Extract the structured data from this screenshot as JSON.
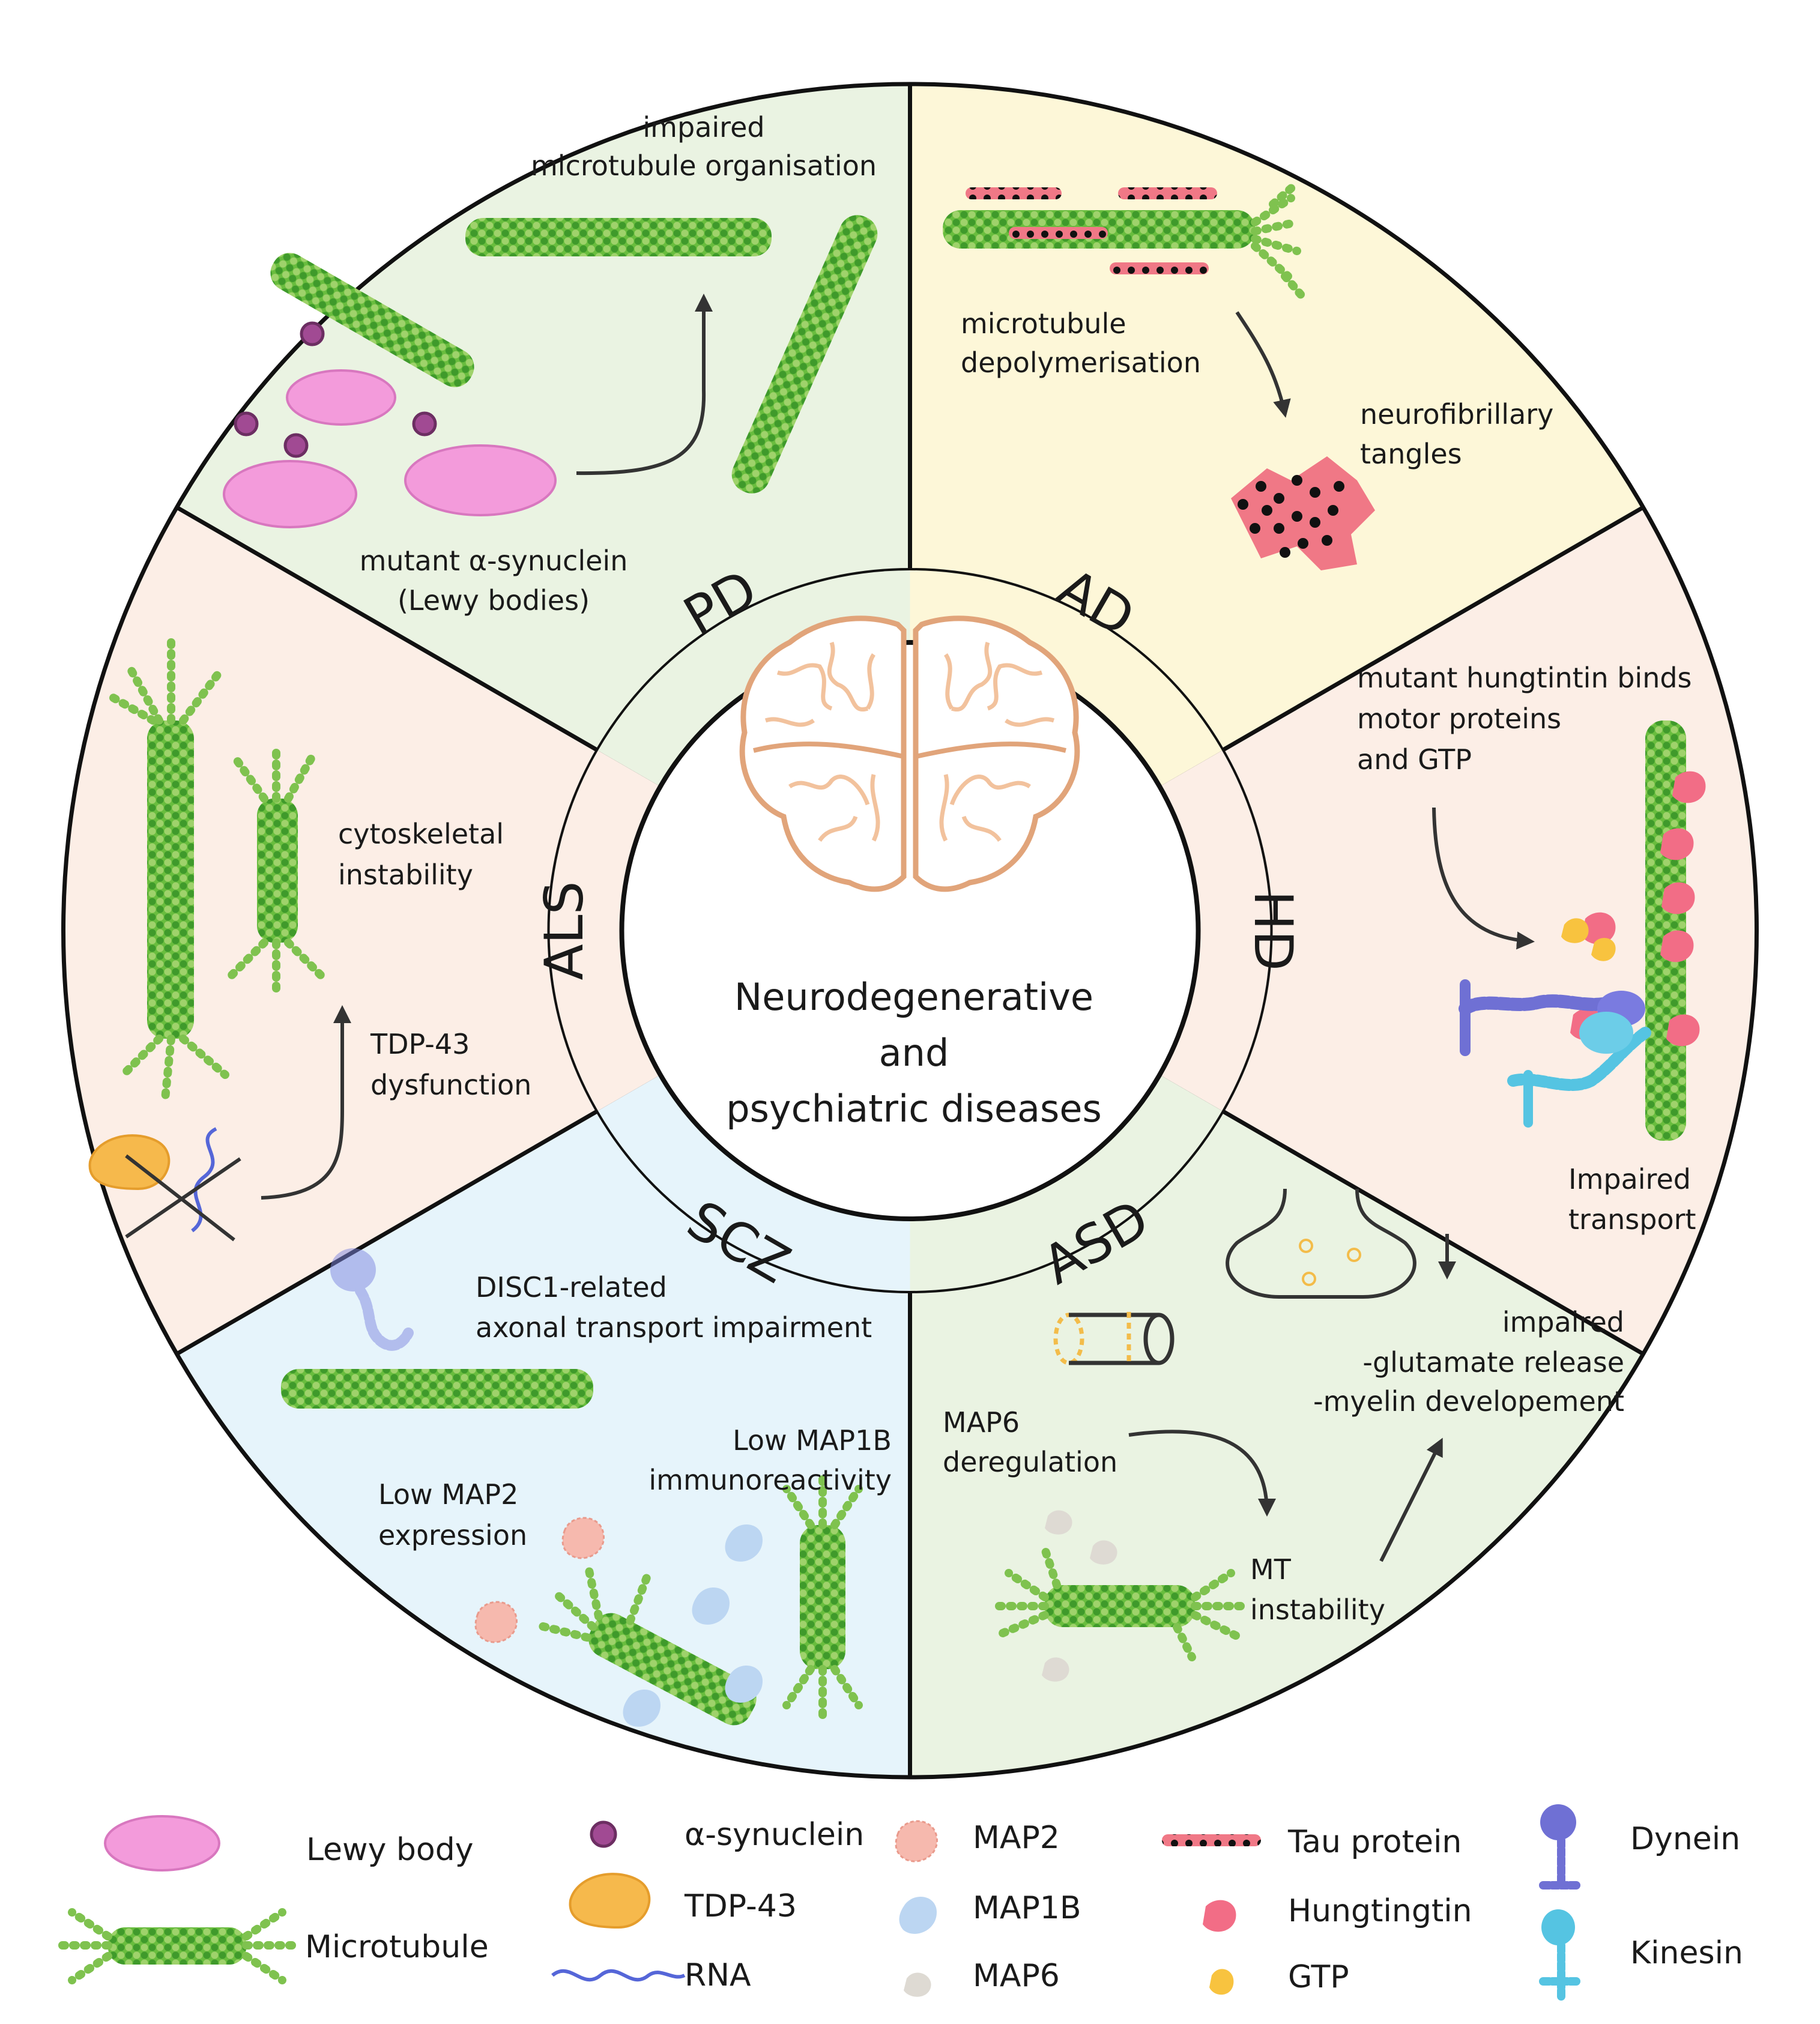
{
  "center": {
    "lines": [
      "Neurodegenerative",
      "and",
      "psychiatric diseases"
    ],
    "icon": "brain-icon"
  },
  "sectors": {
    "PD": {
      "abbr": "PD",
      "color": "#eaf3e2",
      "lines": [
        [
          "impaired",
          "microtubule organisation"
        ],
        [
          "mutant α-synuclein",
          "(Lewy bodies)"
        ]
      ]
    },
    "AD": {
      "abbr": "AD",
      "color": "#fdf7d8",
      "lines": [
        [
          "microtubule",
          "depolymerisation"
        ],
        [
          "neurofibrillary",
          "tangles"
        ]
      ]
    },
    "HD": {
      "abbr": "HD",
      "color": "#fceee6",
      "lines": [
        [
          "mutant hungtintin binds",
          "motor proteins",
          "and GTP"
        ],
        [
          "Impaired",
          "transport"
        ]
      ]
    },
    "ASD": {
      "abbr": "ASD",
      "color": "#eaf3e2",
      "lines": [
        [
          "impaired",
          "-glutamate release",
          "-myelin developement"
        ],
        [
          "MAP6",
          "deregulation"
        ],
        [
          "MT",
          "instability"
        ]
      ]
    },
    "SCZ": {
      "abbr": "SCZ",
      "color": "#e6f4fb",
      "lines": [
        [
          "DISC1-related",
          "axonal transport impairment"
        ],
        [
          "Low MAP1B",
          "immunoreactivity"
        ],
        [
          "Low MAP2",
          "expression"
        ]
      ]
    },
    "ALS": {
      "abbr": "ALS",
      "color": "#fceee6",
      "lines": [
        [
          "cytoskeletal",
          "instability"
        ],
        [
          "TDP-43",
          "dysfunction"
        ]
      ]
    }
  },
  "legend": [
    {
      "label": "Lewy body",
      "icon": "lewy-body-icon",
      "color": "#f08fd6"
    },
    {
      "label": "Microtubule",
      "icon": "microtubule-icon",
      "color": "#5fb838"
    },
    {
      "label": "α-synuclein",
      "icon": "alpha-synuclein-icon",
      "color": "#a14a93"
    },
    {
      "label": "TDP-43",
      "icon": "tdp43-icon",
      "color": "#f6b94c"
    },
    {
      "label": "RNA",
      "icon": "rna-icon",
      "color": "#5566d8"
    },
    {
      "label": "MAP2",
      "icon": "map2-icon",
      "color": "#f6b9ae"
    },
    {
      "label": "MAP1B",
      "icon": "map1b-icon",
      "color": "#bcd6f2"
    },
    {
      "label": "MAP6",
      "icon": "map6-icon",
      "color": "#dedad3"
    },
    {
      "label": "Tau protein",
      "icon": "tau-protein-icon",
      "color": "#f07886"
    },
    {
      "label": "Hungtingtin",
      "icon": "huntingtin-icon",
      "color": "#f26d86"
    },
    {
      "label": "GTP",
      "icon": "gtp-icon",
      "color": "#f8c33f"
    },
    {
      "label": "Dynein",
      "icon": "dynein-icon",
      "color": "#6f70d4"
    },
    {
      "label": "Kinesin",
      "icon": "kinesin-icon",
      "color": "#55c4e2"
    }
  ]
}
